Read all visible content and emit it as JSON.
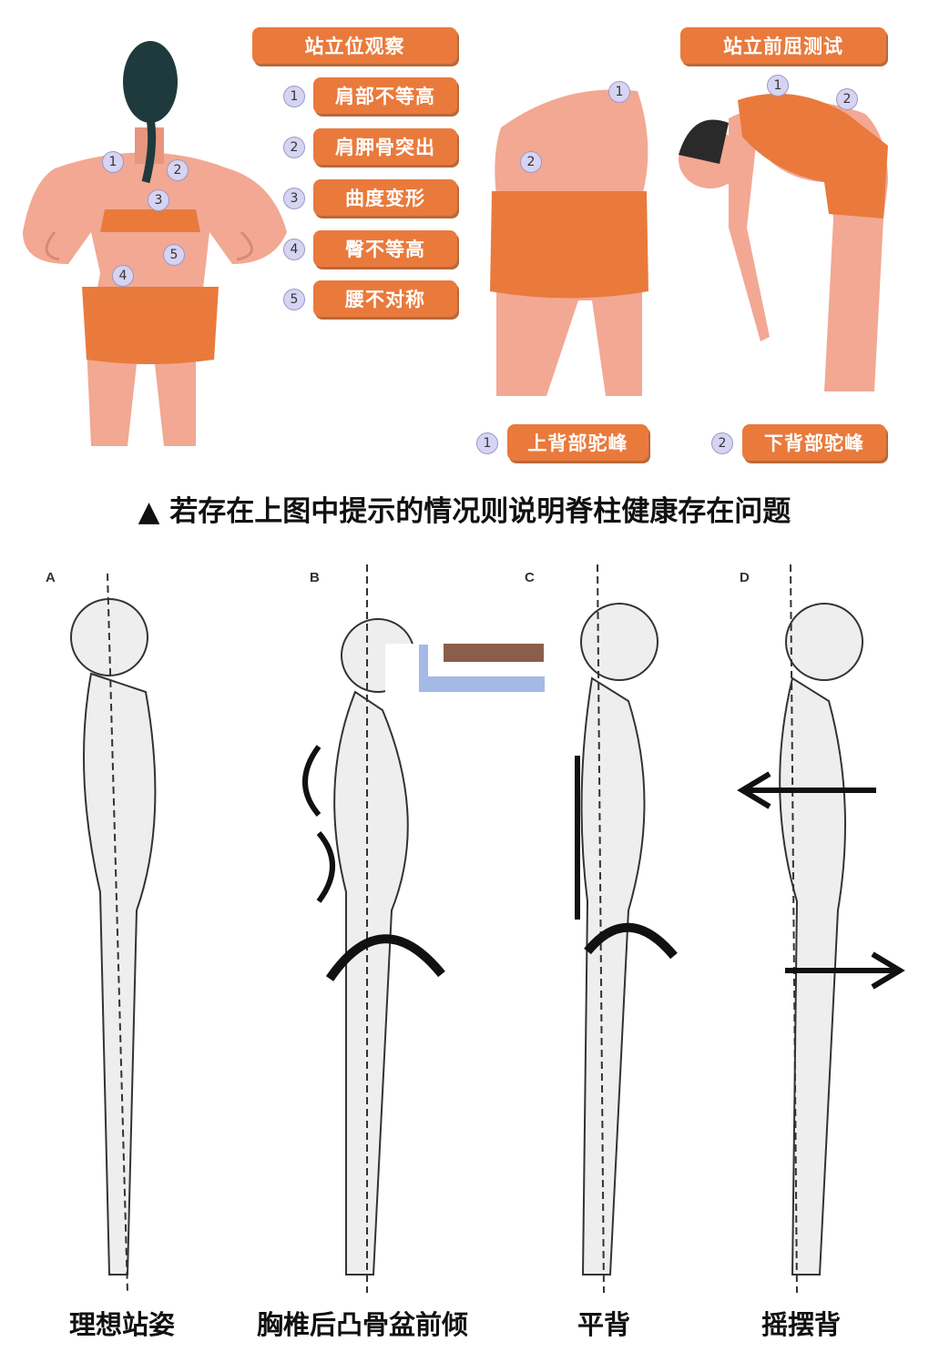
{
  "standing_observation": {
    "title": "站立位观察",
    "items": [
      {
        "num": "1",
        "label": "肩部不等高"
      },
      {
        "num": "2",
        "label": "肩胛骨突出"
      },
      {
        "num": "3",
        "label": "曲度变形"
      },
      {
        "num": "4",
        "label": "臀不等高"
      },
      {
        "num": "5",
        "label": "腰不对称"
      }
    ],
    "figure_markers": [
      "1",
      "2",
      "3",
      "4",
      "5"
    ]
  },
  "forward_bend_test": {
    "title": "站立前屈测试",
    "items": [
      {
        "num": "1",
        "label": "上背部驼峰"
      },
      {
        "num": "2",
        "label": "下背部驼峰"
      }
    ],
    "figure_markers": [
      "1",
      "2"
    ]
  },
  "subtitle": "▲ 若存在上图中提示的情况则说明脊柱健康存在问题",
  "postures": [
    {
      "letter": "A",
      "caption": "理想站姿"
    },
    {
      "letter": "B",
      "caption": "胸椎后凸骨盆前倾"
    },
    {
      "letter": "C",
      "caption": "平背"
    },
    {
      "letter": "D",
      "caption": "摇摆背"
    }
  ],
  "colors": {
    "orange": "#e97a3c",
    "skin": "#f2a893",
    "marker": "#d6d4f2"
  }
}
